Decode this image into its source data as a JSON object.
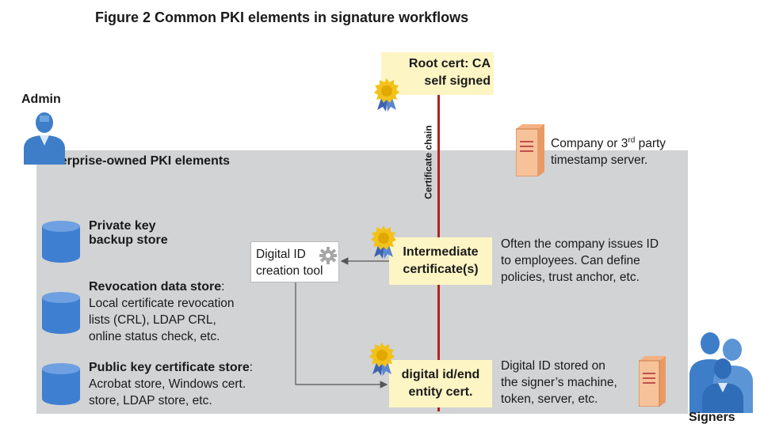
{
  "title": "Figure 2  Common PKI elements in signature workflows",
  "admin_label": "Admin",
  "signers_label": "Signers",
  "region_label": "Enterprise-owned PKI elements",
  "chain_label": "Certificate chain",
  "root_cert": {
    "line1": "Root cert:  CA",
    "line2": "self signed"
  },
  "timestamp": {
    "line1_pre": "Company or 3",
    "line1_sup": "rd",
    "line1_post": " party",
    "line2": "timestamp server."
  },
  "stores": [
    {
      "title": "Private key",
      "title2": "backup store"
    },
    {
      "title": "Revocation data store",
      "colon": ":",
      "lines": [
        "Local certificate revocation",
        "lists (CRL), LDAP CRL,",
        "online status check, etc."
      ]
    },
    {
      "title": "Public key certificate store",
      "colon": ":",
      "lines": [
        "Acrobat store, Windows cert.",
        "store, LDAP store, etc."
      ]
    }
  ],
  "tool": {
    "line1": "Digital ID",
    "line2": "creation tool"
  },
  "intermediate": {
    "line1": "Intermediate",
    "line2": "certificate(s)"
  },
  "intermediate_desc": [
    "Often the company issues ID",
    "to employees. Can define",
    "policies, trust anchor, etc."
  ],
  "entity": {
    "line1": "digital id/end",
    "line2": "entity cert."
  },
  "entity_desc": [
    "Digital ID stored on",
    "the signer’s machine,",
    "token, server, etc."
  ],
  "colors": {
    "region": "#d1d3d4",
    "cert_box": "#fdf5c4",
    "chain": "#b22222",
    "store": "#3f7fd1",
    "person": "#3e7ec9"
  }
}
